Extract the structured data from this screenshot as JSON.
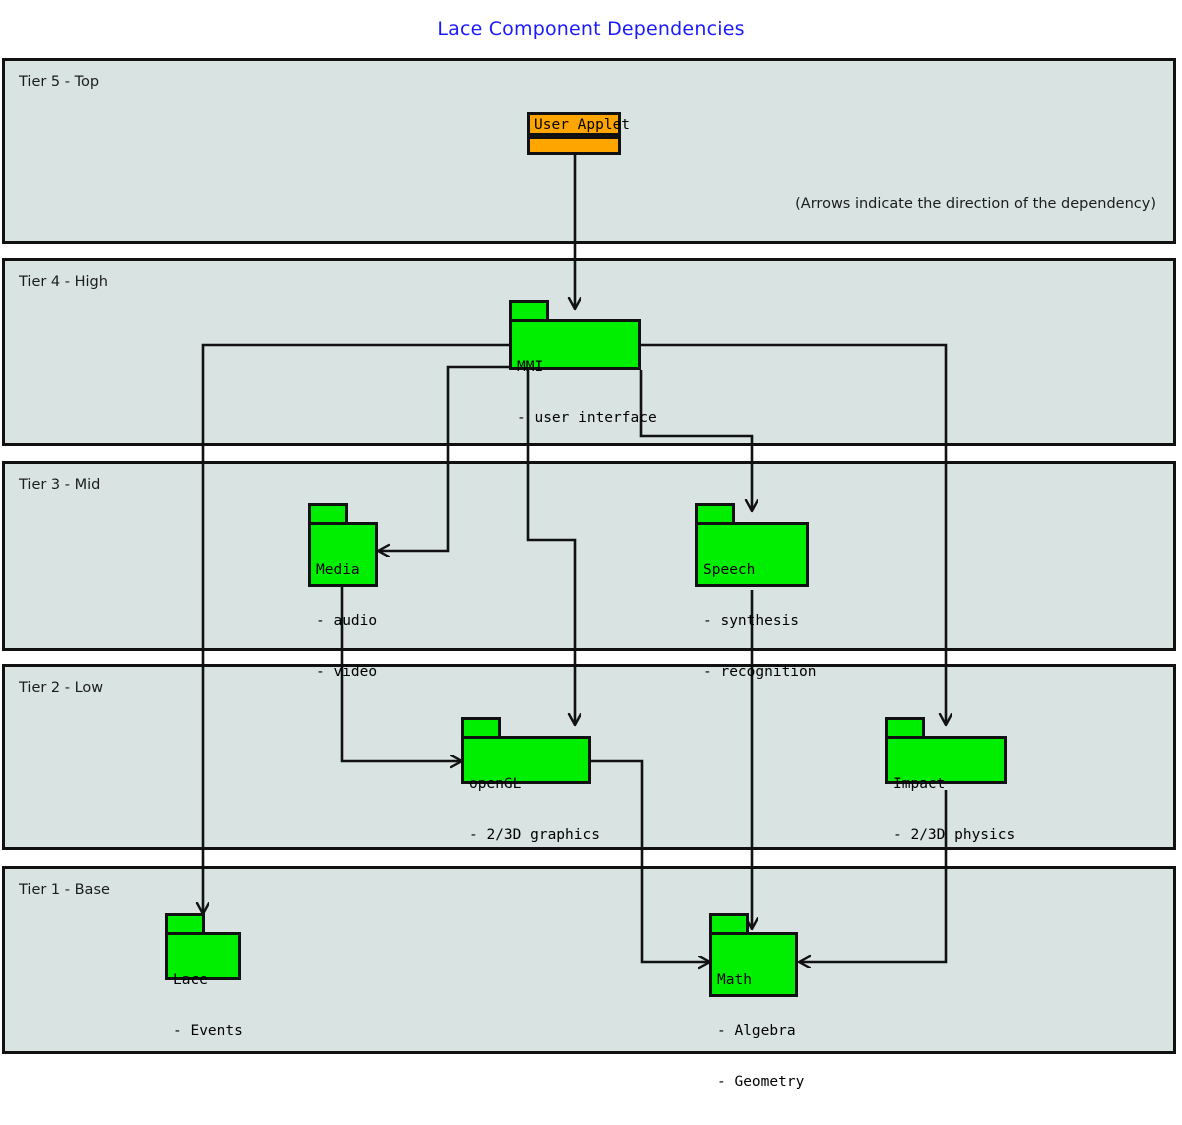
{
  "title": "Lace Component Dependencies",
  "note": "(Arrows indicate the direction of the dependency)",
  "colors": {
    "title": "#1a1aff",
    "tier_fill": "#d8e3e2",
    "stroke": "#111111",
    "component_fill": "#00ee00",
    "applet_fill": "#ffa500"
  },
  "tiers": [
    {
      "label": "Tier 5 - Top"
    },
    {
      "label": "Tier 4 - High"
    },
    {
      "label": "Tier 3 - Mid"
    },
    {
      "label": "Tier 2 - Low"
    },
    {
      "label": "Tier 1 - Base"
    }
  ],
  "components": {
    "user_applet": {
      "name": "User Applet",
      "items": []
    },
    "mmi": {
      "name": "MMI",
      "items": [
        "- user interface"
      ]
    },
    "media": {
      "name": "Media",
      "items": [
        "- audio",
        "- video"
      ]
    },
    "speech": {
      "name": "Speech",
      "items": [
        "- synthesis",
        "- recognition"
      ]
    },
    "opengl": {
      "name": "openGL",
      "items": [
        "- 2/3D graphics"
      ]
    },
    "impact": {
      "name": "Impact",
      "items": [
        "- 2/3D physics"
      ]
    },
    "lace": {
      "name": "Lace",
      "items": [
        "- Events"
      ]
    },
    "math": {
      "name": "Math",
      "items": [
        "- Algebra",
        "- Geometry"
      ]
    }
  },
  "dependencies": [
    {
      "from": "User Applet",
      "to": "MMI"
    },
    {
      "from": "MMI",
      "to": "Media"
    },
    {
      "from": "MMI",
      "to": "Speech"
    },
    {
      "from": "MMI",
      "to": "openGL"
    },
    {
      "from": "MMI",
      "to": "Impact"
    },
    {
      "from": "MMI",
      "to": "Lace"
    },
    {
      "from": "Media",
      "to": "openGL"
    },
    {
      "from": "Speech",
      "to": "Math"
    },
    {
      "from": "openGL",
      "to": "Math"
    },
    {
      "from": "Impact",
      "to": "Math"
    }
  ]
}
